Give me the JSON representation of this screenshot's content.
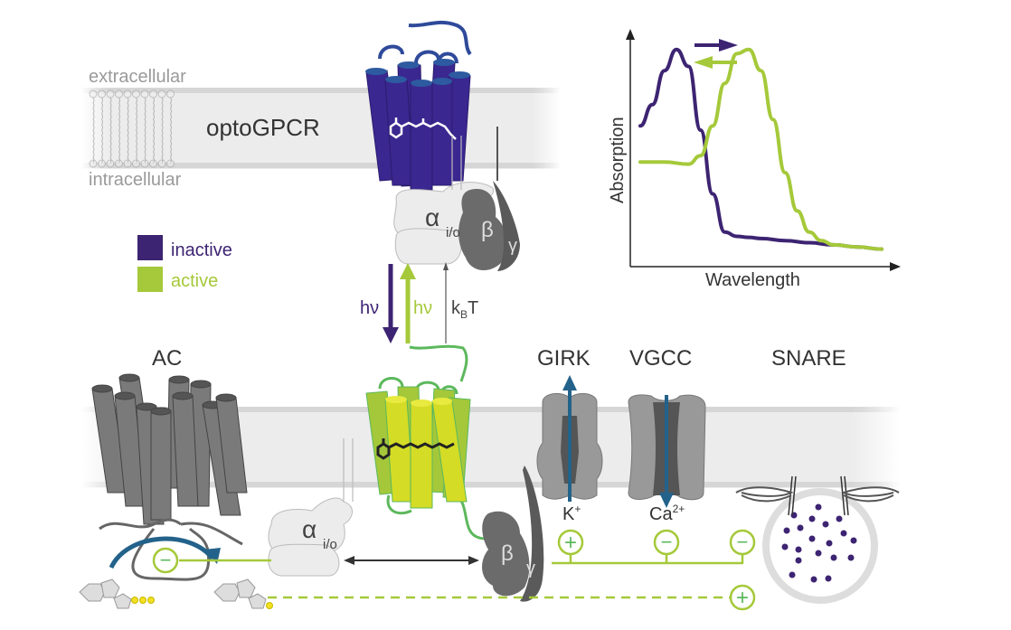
{
  "membrane": {
    "extracellular": "extracellular",
    "intracellular": "intracellular",
    "receptor_name": "optoGPCR"
  },
  "legend": {
    "items": [
      {
        "label": "inactive",
        "color": "#3d2472"
      },
      {
        "label": "active",
        "color": "#a5c93a"
      }
    ]
  },
  "transitions": {
    "inactivation": "hν",
    "activation": "hν",
    "thermal_k": "k",
    "thermal_sub": "B",
    "thermal_T": "T"
  },
  "gprotein": {
    "alpha": "α",
    "alpha_sub": "i/o",
    "beta": "β",
    "gamma": "γ"
  },
  "effectors": {
    "ac": "AC",
    "girk": "GIRK",
    "vgcc": "VGCC",
    "snare": "SNARE",
    "k_ion": "K",
    "k_charge": "+",
    "ca_ion": "Ca",
    "ca_charge": "2+"
  },
  "signs": {
    "ac": "−",
    "girk": "+",
    "vgcc": "−",
    "snare": "−",
    "camp": "+"
  },
  "colors": {
    "inactive": "#3d2472",
    "active": "#a5c93a",
    "active_helix": "#d4dc26",
    "loop_inactive": "#2f4a9a",
    "loop_active": "#5cb85c",
    "ion_arrow": "#23628a",
    "effector_gray": "#808080",
    "membrane": "#ececec"
  },
  "chart_data": {
    "type": "line",
    "title": "",
    "xlabel": "Wavelength",
    "ylabel": "Absorption",
    "grid": false,
    "ticks": "none",
    "xlim": [
      0,
      1
    ],
    "ylim": [
      0,
      1
    ],
    "series": [
      {
        "name": "inactive",
        "color": "#3d2472",
        "x": [
          0.0,
          0.05,
          0.1,
          0.15,
          0.2,
          0.25,
          0.3,
          0.35,
          0.4,
          0.45,
          0.5,
          0.6,
          0.7,
          0.8,
          0.9,
          1.0
        ],
        "y": [
          0.62,
          0.72,
          0.88,
          0.98,
          0.9,
          0.6,
          0.3,
          0.12,
          0.1,
          0.095,
          0.09,
          0.08,
          0.07,
          0.06,
          0.05,
          0.04
        ]
      },
      {
        "name": "active",
        "color": "#a5c93a",
        "x": [
          0.0,
          0.1,
          0.2,
          0.25,
          0.3,
          0.35,
          0.4,
          0.45,
          0.5,
          0.55,
          0.6,
          0.65,
          0.7,
          0.75,
          0.8,
          0.9,
          1.0
        ],
        "y": [
          0.45,
          0.45,
          0.44,
          0.48,
          0.62,
          0.82,
          0.96,
          0.98,
          0.88,
          0.65,
          0.4,
          0.22,
          0.12,
          0.08,
          0.06,
          0.05,
          0.04
        ]
      }
    ],
    "annotations": [
      {
        "text": "red-shift arrow",
        "direction": "right",
        "color": "#3d2472"
      },
      {
        "text": "blue-shift arrow",
        "direction": "left",
        "color": "#a5c93a"
      }
    ]
  }
}
